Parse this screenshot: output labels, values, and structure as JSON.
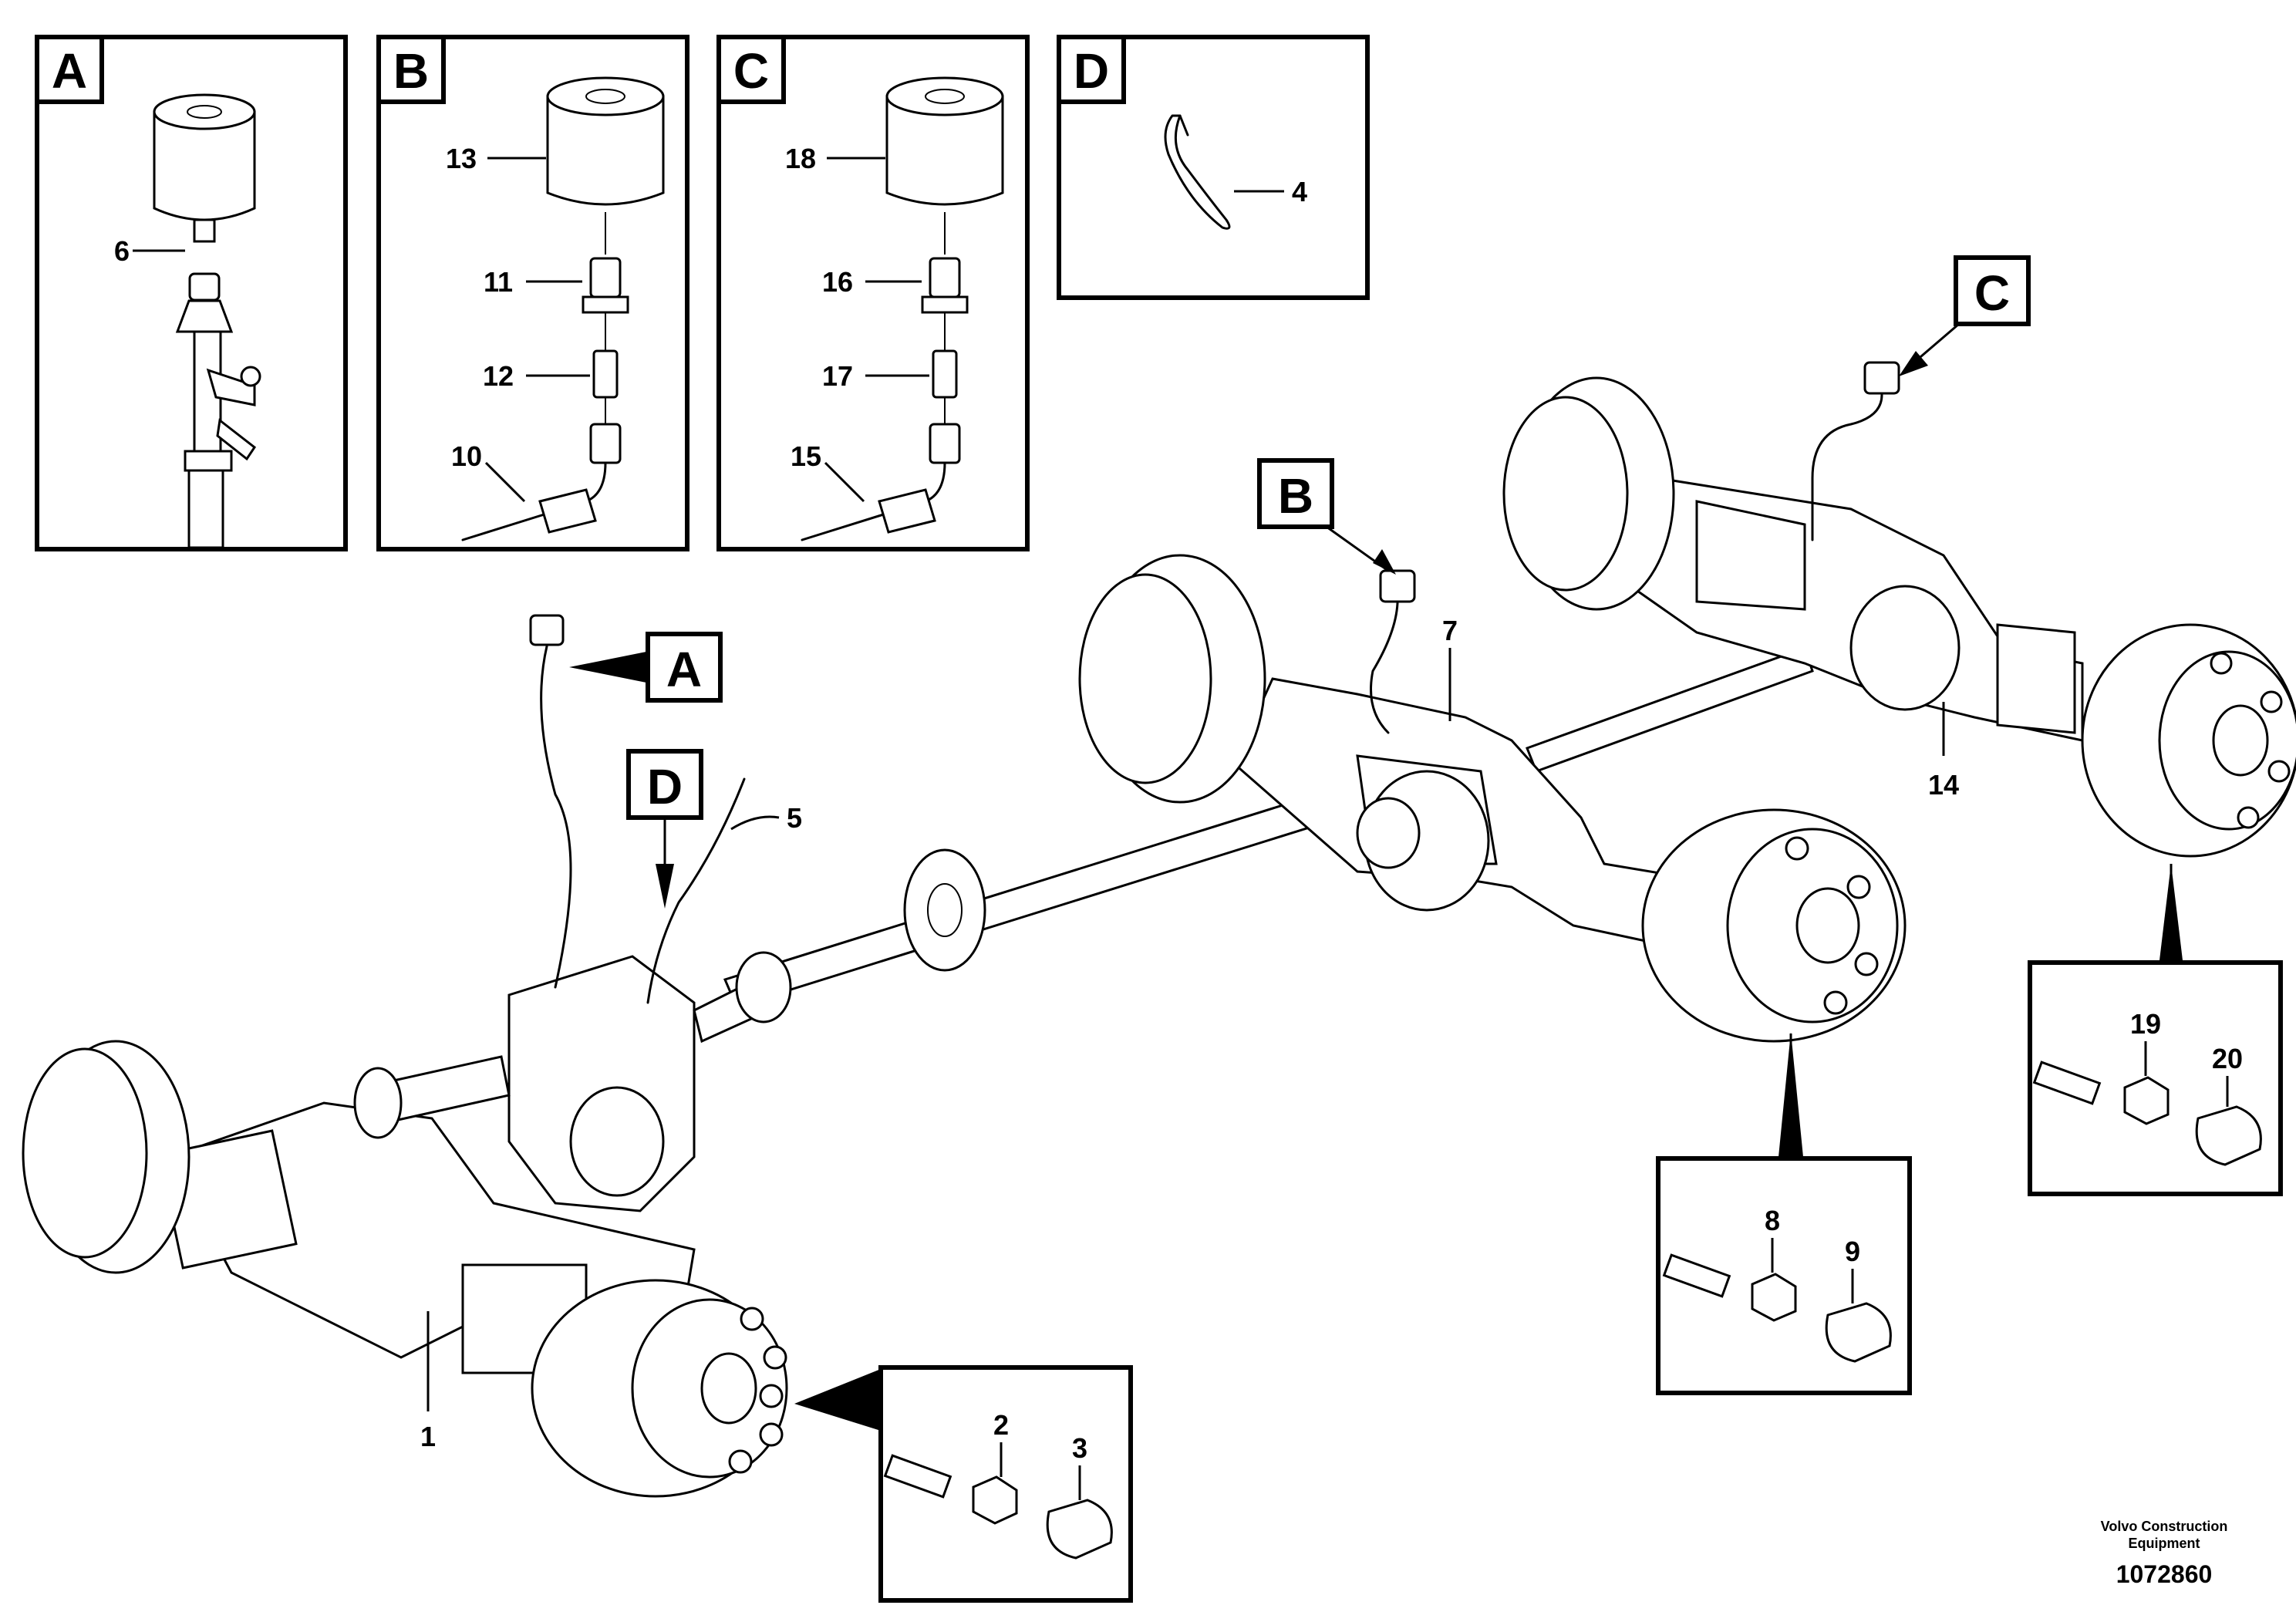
{
  "detail_frames": [
    {
      "letter": "A"
    },
    {
      "letter": "B"
    },
    {
      "letter": "C"
    },
    {
      "letter": "D"
    }
  ],
  "callout_tags": [
    {
      "letter": "A"
    },
    {
      "letter": "B"
    },
    {
      "letter": "C"
    },
    {
      "letter": "D"
    }
  ],
  "part_numbers": [
    "1",
    "2",
    "3",
    "4",
    "5",
    "6",
    "7",
    "8",
    "9",
    "10",
    "11",
    "12",
    "13",
    "14",
    "15",
    "16",
    "17",
    "18",
    "19",
    "20"
  ],
  "footer": {
    "company_line1": "Volvo Construction",
    "company_line2": "Equipment",
    "drawing_number": "1072860"
  }
}
